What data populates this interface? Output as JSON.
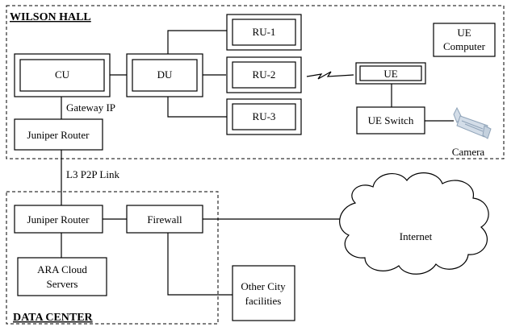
{
  "zones": {
    "top": "WILSON HALL",
    "bottom": "DATA CENTER"
  },
  "nodes": {
    "cu": "CU",
    "du": "DU",
    "ru1": "RU-1",
    "ru2": "RU-2",
    "ru3": "RU-3",
    "ue": "UE",
    "ue_computer_line1": "UE",
    "ue_computer_line2": "Computer",
    "ue_switch": "UE Switch",
    "camera": "Camera",
    "juniper_router_top": "Juniper Router",
    "juniper_router_bottom": "Juniper Router",
    "firewall": "Firewall",
    "internet": "Internet",
    "ara_cloud_line1": "ARA Cloud",
    "ara_cloud_line2": "Servers",
    "other_city_line1": "Other City",
    "other_city_line2": "facilities"
  },
  "links": {
    "gateway_ip": "Gateway IP",
    "l3_p2p": "L3 P2P Link"
  },
  "icons": {
    "wireless": "lightning-zigzag-icon",
    "camera": "security-camera-icon",
    "internet": "cloud-icon"
  },
  "colors": {
    "camera_fill": "#d3dde8",
    "camera_stroke": "#8fa3b8"
  }
}
